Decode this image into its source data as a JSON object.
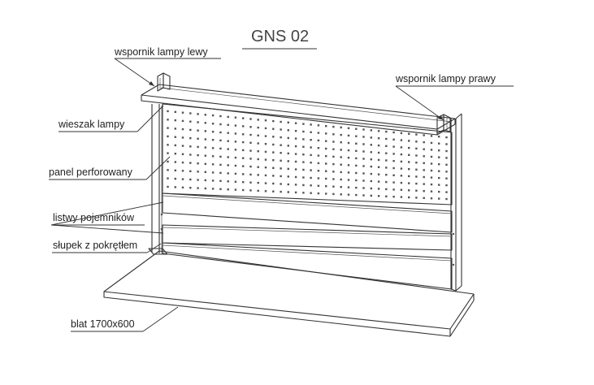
{
  "title": "GNS 02",
  "labels": {
    "left_lamp_bracket": "wspornik  lampy lewy",
    "right_lamp_bracket": "wspornik  lampy prawy",
    "lamp_hanger": "wieszak lampy",
    "perforated_panel": "panel perforowany",
    "bin_rails": "listwy pojemników",
    "post_with_knob": "słupek z pokrętłem",
    "worktop": "blat 1700x600"
  },
  "colors": {
    "line": "#333333",
    "text": "#222222",
    "background": "#ffffff"
  }
}
